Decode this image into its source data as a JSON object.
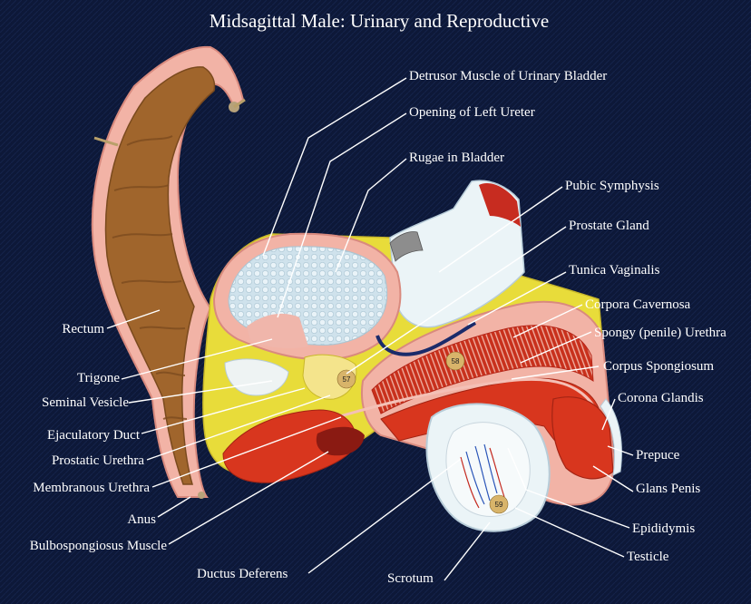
{
  "title": "Midsagittal Male: Urinary and Reproductive",
  "colors": {
    "background": "#0d1838",
    "rectum": "#a0652c",
    "pink_tissue": "#f0b0a6",
    "yellow_tissue": "#e8dc3a",
    "bladder": "#cde0ea",
    "red_tissue": "#d8361e",
    "label_text": "#ffffff"
  },
  "labels": {
    "detrusor": "Detrusor Muscle of Urinary Bladder",
    "opening_ureter": "Opening of Left Ureter",
    "rugae": "Rugae in Bladder",
    "pubic_symphysis": "Pubic Symphysis",
    "prostate": "Prostate Gland",
    "tunica": "Tunica Vaginalis",
    "corpora_cavernosa": "Corpora Cavernosa",
    "spongy_urethra": "Spongy (penile) Urethra",
    "corpus_spongiosum": "Corpus Spongiosum",
    "corona": "Corona Glandis",
    "prepuce": "Prepuce",
    "glans": "Glans Penis",
    "epididymis": "Epididymis",
    "testicle": "Testicle",
    "scrotum": "Scrotum",
    "ductus": "Ductus Deferens",
    "bulbospongiosus": "Bulbospongiosus Muscle",
    "anus": "Anus",
    "membranous": "Membranous Urethra",
    "prostatic_urethra": "Prostatic Urethra",
    "ejaculatory": "Ejaculatory Duct",
    "seminal": "Seminal Vesicle",
    "trigone": "Trigone",
    "rectum": "Rectum"
  },
  "model_tags": [
    "57",
    "58",
    "59"
  ]
}
